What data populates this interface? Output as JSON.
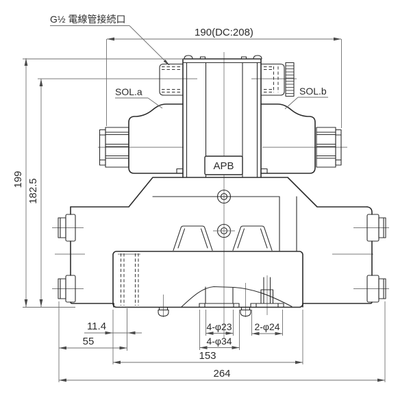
{
  "drawing": {
    "title_note": "solenoid operated directional valve outline drawing",
    "labels": {
      "conduit_port": "G½ 電線管接続口",
      "sol_a": "SOL.a",
      "sol_b": "SOL.b",
      "nameplate": "APB"
    },
    "dimensions": {
      "width_top": "190(DC:208)",
      "height_total": "199",
      "height_conduit_center": "182.5",
      "offset_small": "11.4",
      "offset_port": "55",
      "holes_small": "4-φ23",
      "holes_large": "4-φ34",
      "holes_right": "2-φ24",
      "body_length": "153",
      "overall_length": "264"
    },
    "colors": {
      "line": "#2b2b2b",
      "dim_line": "#6e6e6e",
      "background": "#ffffff"
    }
  }
}
